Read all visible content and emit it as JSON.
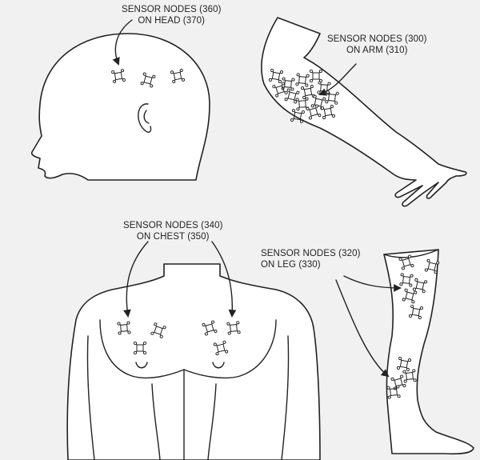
{
  "figure": {
    "labels": {
      "head": {
        "line1": "SENSOR NODES (360)",
        "line2": "ON HEAD (370)"
      },
      "arm": {
        "line1": "SENSOR NODES (300)",
        "line2": "ON ARM (310)"
      },
      "chest": {
        "line1": "SENSOR NODES  (340)",
        "line2": "ON CHEST (350)"
      },
      "leg": {
        "line1": "SENSOR NODES (320)",
        "line2": "ON LEG (330)"
      }
    },
    "colors": {
      "background": "#f1f1f1",
      "line": "#222222",
      "fill": "#ffffff"
    }
  }
}
